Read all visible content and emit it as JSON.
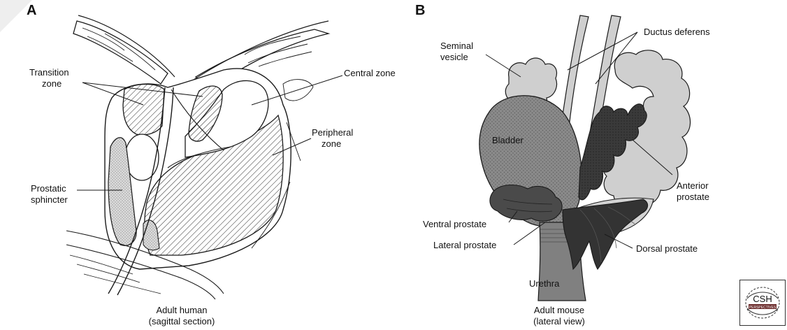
{
  "panel_a": {
    "letter": "A",
    "labels": {
      "transition_zone": [
        "Transition",
        "zone"
      ],
      "central_zone": "Central zone",
      "peripheral_zone": [
        "Peripheral",
        "zone"
      ],
      "prostatic_sphincter": [
        "Prostatic",
        "sphincter"
      ]
    },
    "caption": [
      "Adult human",
      "(sagittal section)"
    ]
  },
  "panel_b": {
    "letter": "B",
    "labels": {
      "seminal_vesicle": [
        "Seminal",
        "vesicle"
      ],
      "ductus_deferens": "Ductus deferens",
      "bladder": "Bladder",
      "anterior_prostate": [
        "Anterior",
        "prostate"
      ],
      "ventral_prostate": "Ventral prostate",
      "lateral_prostate": "Lateral prostate",
      "dorsal_prostate": "Dorsal prostate",
      "urethra": "Urethra"
    },
    "caption": [
      "Adult mouse",
      "(lateral view)"
    ]
  },
  "logo": {
    "text": "CSH",
    "subtext": "PERSPECTIVES"
  },
  "colors": {
    "line": "#1a1a1a",
    "seminal_vesicle": "#cfcfcf",
    "bladder": "#8a8a8a",
    "anterior_prostate": "#3a3a3a",
    "ventral_prostate": "#4a4a4a",
    "urethra": "#808080",
    "sphincter": "#d9d9d9"
  }
}
